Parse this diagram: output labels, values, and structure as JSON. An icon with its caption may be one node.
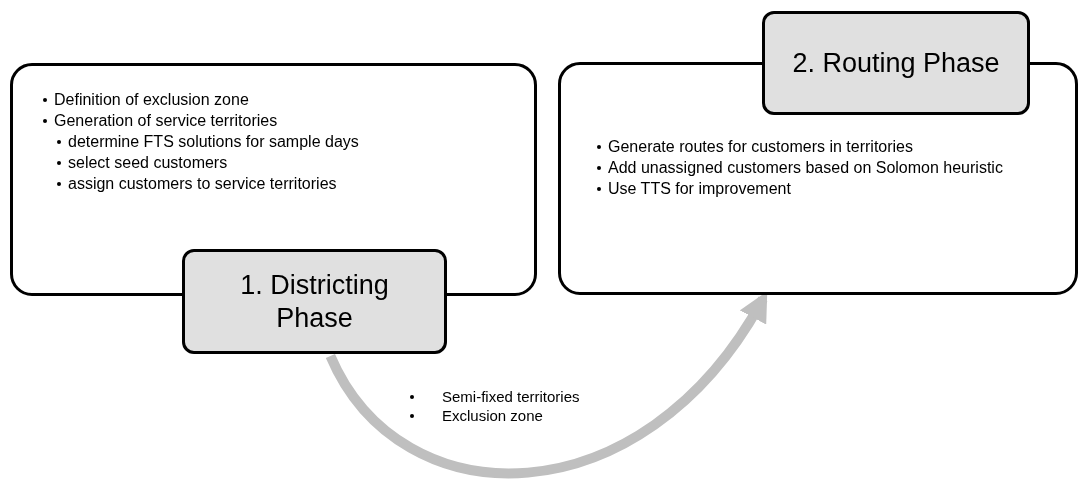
{
  "diagram": {
    "nodes": [
      {
        "text": [
          "Definition of exclusion zone",
          "Generation of service territories",
          "determine FTS solutions for sample days",
          "select seed customers",
          "assign customers to service territories"
        ]
      },
      {
        "text": [
          "1. Districting Phase"
        ]
      },
      {
        "text": [
          "Generate routes for customers in territories",
          "Add unassigned customers based on Solomon heuristic",
          "Use TTS for improvement"
        ]
      },
      {
        "text": [
          "2. Routing Phase"
        ]
      }
    ],
    "edges": [
      {
        "from": 1,
        "to": 2,
        "arrow": "to",
        "color": "#bfbfbf"
      }
    ],
    "labels": [
      "Semi-fixed territories",
      "Exclusion zone"
    ]
  }
}
